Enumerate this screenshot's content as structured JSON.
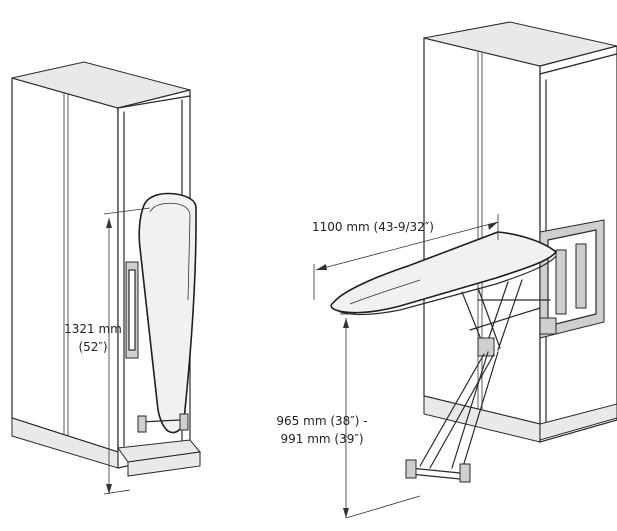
{
  "dimensions": {
    "folded_height": {
      "line1": "1321 mm",
      "line2": "(52″)"
    },
    "board_length": "1100 mm (43-9/32″)",
    "working_height": {
      "line1": "965 mm (38″) -",
      "line2": "991 mm (39″)"
    }
  },
  "colors": {
    "line": "#2a2a2a",
    "board_fill": "#f1f1f1",
    "background": "#ffffff"
  }
}
